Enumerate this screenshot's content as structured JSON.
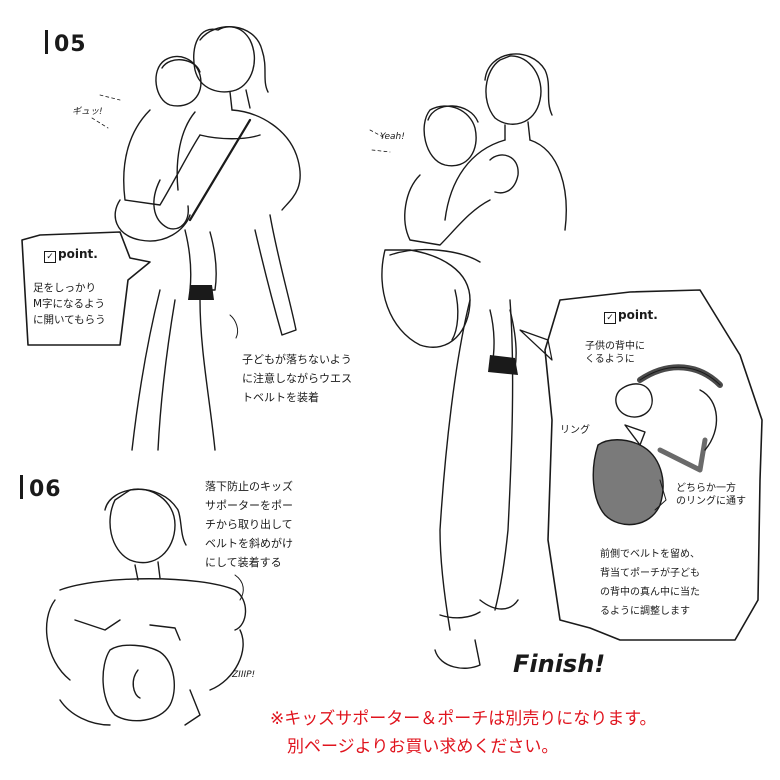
{
  "step05": {
    "label": "05"
  },
  "step06": {
    "label": "06"
  },
  "sfx": {
    "gyu": "ギュッ!",
    "yeah": "Yeah!",
    "zip": "ZIIIP!"
  },
  "point_left": {
    "label": "point.",
    "text": "足をしっかり\nM字になるよう\nに開いてもらう"
  },
  "caption05": "子どもが落ちないよう\nに注意しながらウエス\nトベルトを装着",
  "caption06": "落下防止のキッズ\nサポーターをポー\nチから取り出して\nベルトを斜めがけ\nにして装着する",
  "point_right": {
    "label": "point.",
    "annot_back": "子供の背中に\nくるように",
    "annot_ring": "リング",
    "annot_thread": "どちらか一方\nのリングに通す",
    "text": "前側でベルトを留め、\n背当てポーチが子ども\nの背中の真ん中に当た\nるように調整します"
  },
  "finish": "Finish!",
  "notice": "※キッズサポーター＆ポーチは別売りになります。\n　別ページよりお買い求めください。"
}
